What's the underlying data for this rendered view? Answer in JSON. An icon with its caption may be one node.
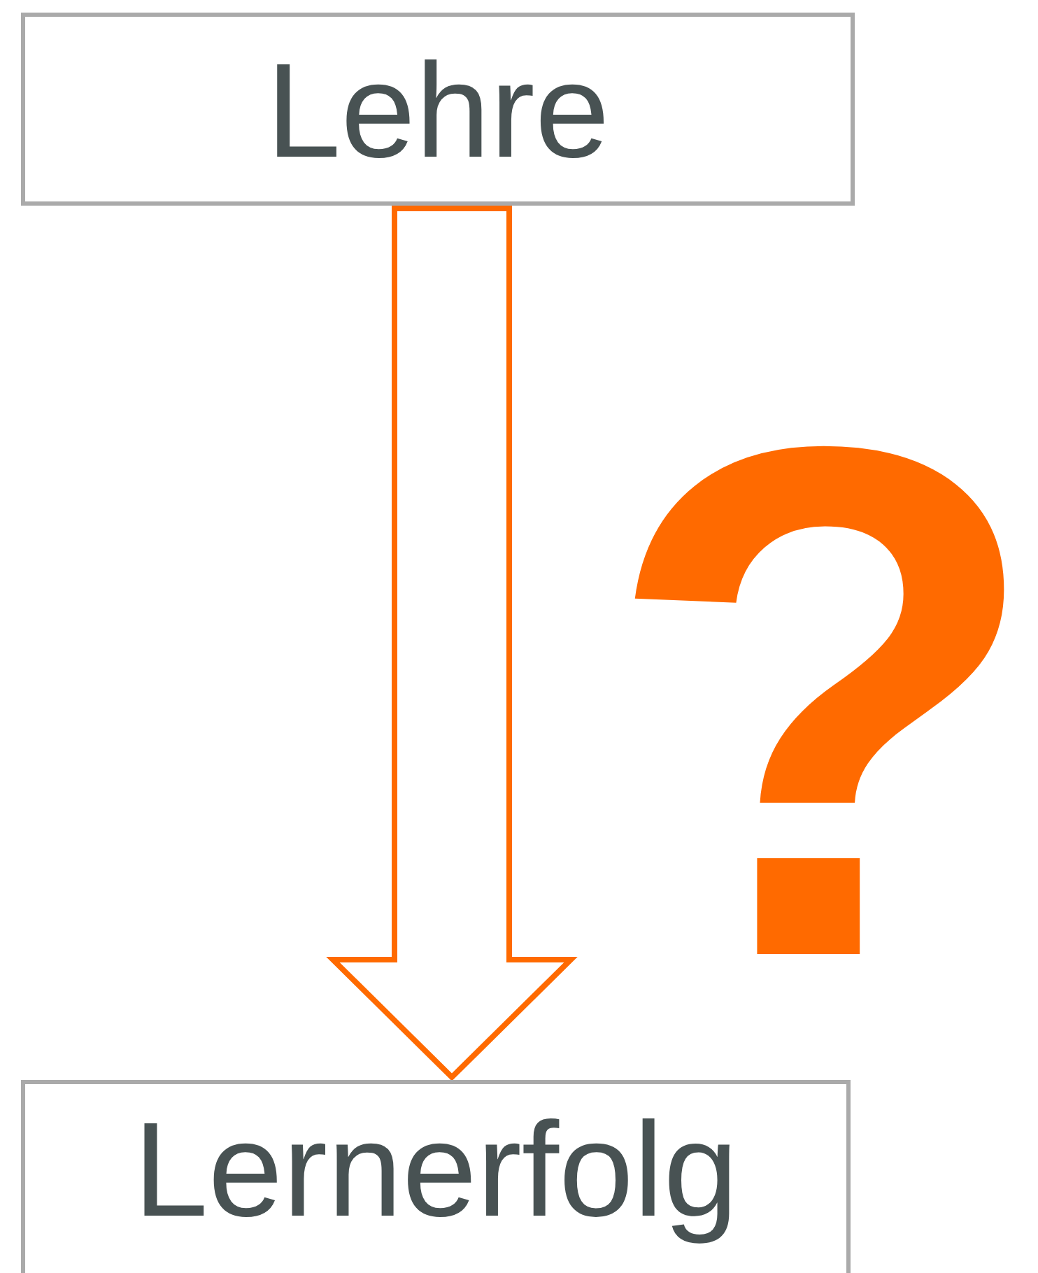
{
  "diagram": {
    "nodes": [
      {
        "text": [
          "Lehre"
        ]
      },
      {
        "text": [
          "Lernerfolg"
        ]
      }
    ],
    "edges": [
      {
        "from": 0,
        "to": 1,
        "arrow": "to",
        "style": "thick",
        "color": "#ff6a00"
      }
    ],
    "labels": [
      "?"
    ]
  }
}
